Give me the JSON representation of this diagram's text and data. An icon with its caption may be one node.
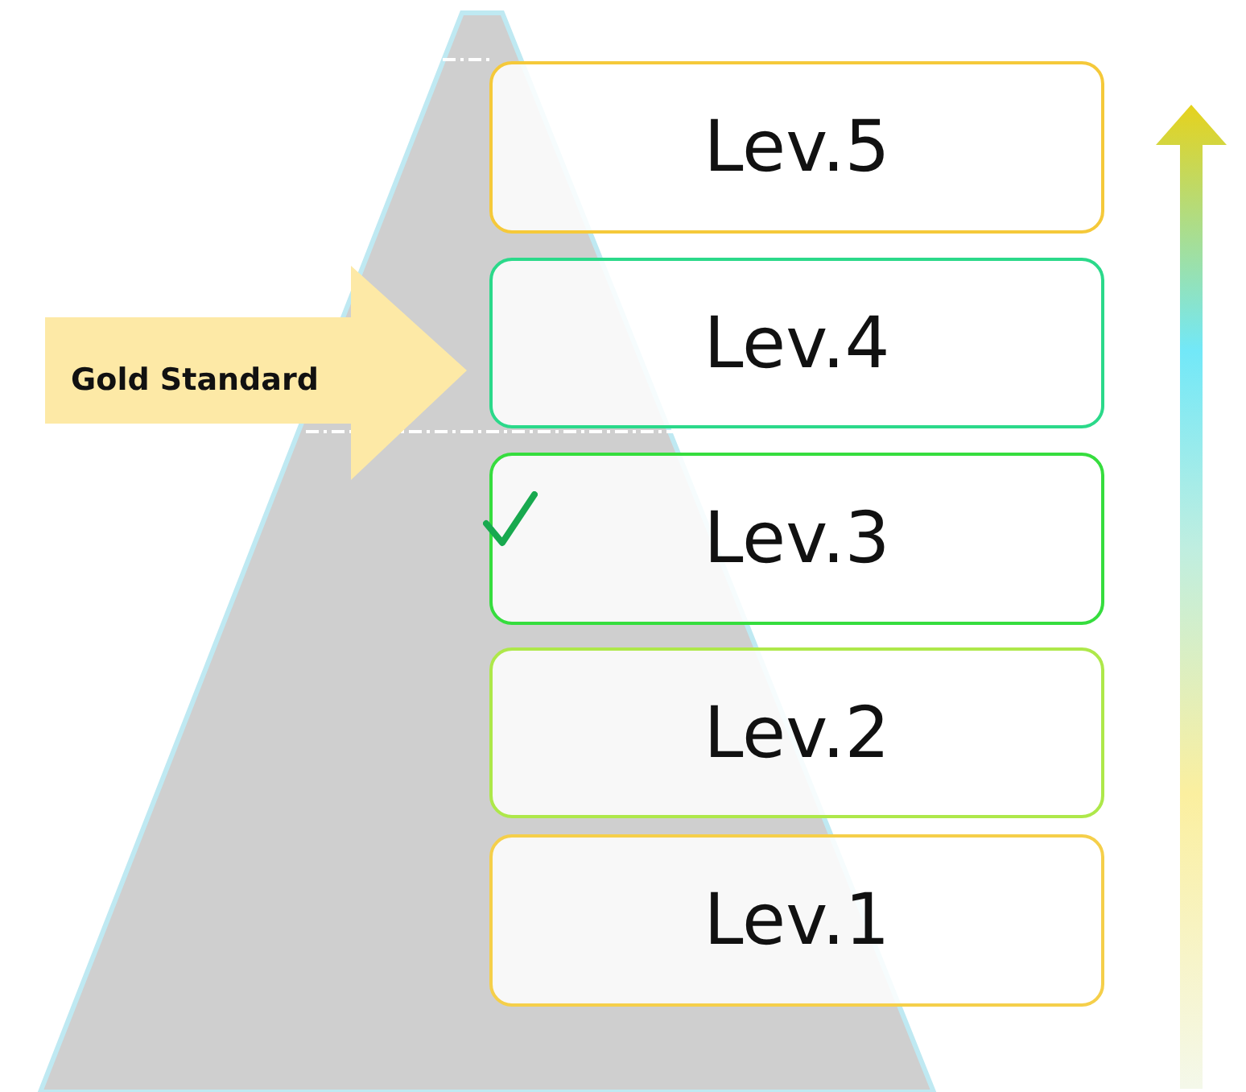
{
  "diagram": {
    "nodes": [
      {
        "text": [
          "Lev.5"
        ]
      },
      {
        "text": [
          "Gold Standard"
        ]
      },
      {
        "text": [
          "Lev.4"
        ]
      },
      {
        "text": [
          "Lev.3"
        ]
      },
      {
        "text": [
          "Lev.2"
        ]
      },
      {
        "text": [
          "Lev.1"
        ]
      }
    ]
  }
}
